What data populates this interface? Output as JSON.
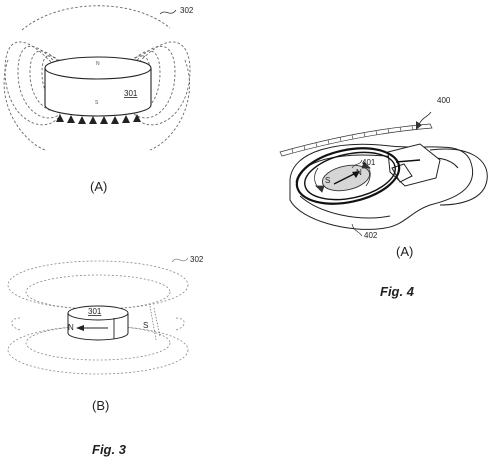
{
  "figure3": {
    "label": "Fig. 3",
    "panel_a": {
      "caption": "(A)",
      "magnet_ref": "301",
      "field_ref": "302",
      "pole_top": "N",
      "pole_bottom": "S"
    },
    "panel_b": {
      "caption": "(B)",
      "magnet_ref": "301",
      "field_ref": "302",
      "pole_left": "N",
      "pole_right": "S"
    }
  },
  "figure4": {
    "label": "Fig. 4",
    "caption": "(A)",
    "device_ref": "400",
    "magnet_ref": "401",
    "housing_ref": "402",
    "pole_left": "S",
    "pole_right": "N"
  },
  "colors": {
    "ink": "#222222",
    "field_line": "#666666",
    "magnet_fill": "#d6d6d6"
  }
}
